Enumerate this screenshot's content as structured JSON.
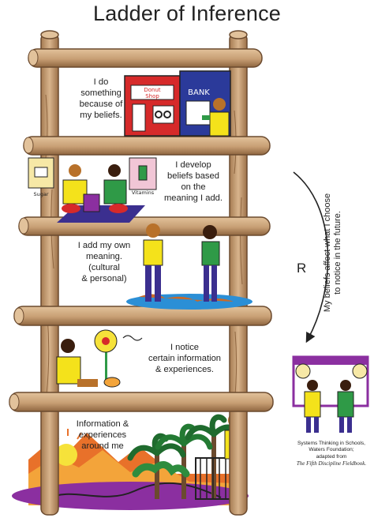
{
  "title": "Ladder of Inference",
  "rungs": [
    {
      "id": "action",
      "lines": [
        "I do",
        "something",
        "because of",
        "my beliefs."
      ]
    },
    {
      "id": "beliefs",
      "lines": [
        "I develop",
        "beliefs based",
        "on the",
        "meaning I add."
      ]
    },
    {
      "id": "meaning",
      "lines": [
        "I add my own",
        "meaning.",
        "(cultural",
        "& personal)"
      ]
    },
    {
      "id": "notice",
      "lines": [
        "I notice",
        "certain information",
        "& experiences."
      ]
    },
    {
      "id": "experience",
      "lines": [
        "Information &",
        "experiences",
        "around me"
      ]
    }
  ],
  "signs": {
    "donut_shop": [
      "Donut",
      "Shop"
    ],
    "bank": "BANK",
    "sugar": "Sugar",
    "vitamins": "Vitamins"
  },
  "loop": {
    "label": "R",
    "side_text": [
      "My beliefs affect what I choose",
      "to notice in the future."
    ]
  },
  "credit": {
    "lines": [
      "Systems Thinking in Schools,",
      "Waters Foundation;",
      "adapted from"
    ],
    "book": "The Fifth Discipline Fieldbook."
  },
  "colors": {
    "wood": "#c9a27a",
    "wood_dark": "#6b4a2e",
    "shirt": "#f4e21b",
    "shirt_green": "#2f9a47",
    "pants": "#3b2f8f",
    "skin": "#b8712a",
    "donut_shop": "#d62a2a",
    "bank": "#2b3a9a",
    "ground_purple": "#8b2fa0"
  }
}
